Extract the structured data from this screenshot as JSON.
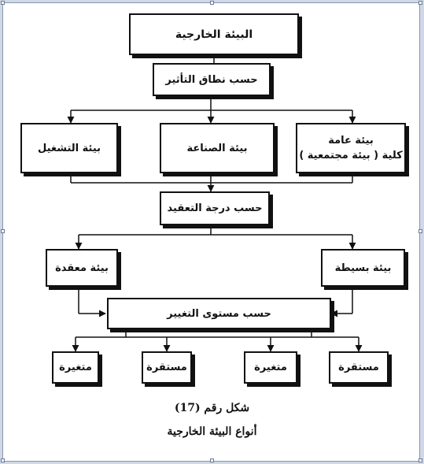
{
  "diagram": {
    "nodes": {
      "external_environment": "البيئة الخارجية",
      "by_scope": "حسب نطاق التأثير",
      "general_environment": "بيئة عامة",
      "general_environment_sub": "كلية ( بيئة مجتمعية )",
      "industry_environment": "بيئة الصناعة",
      "operating_environment": "بيئة التشغيل",
      "by_complexity": "حسب درجة التعقيد",
      "simple_environment": "بيئة بسيطة",
      "complex_environment": "بيئة معقدة",
      "by_change": "حسب مستوى التغيير",
      "stable_1": "مستقرة",
      "variable_1": "متغيرة",
      "stable_2": "مستقرة",
      "variable_2": "متغيرة"
    }
  },
  "caption": {
    "figure_number": "شكل رقم (17)",
    "title": "أنواع البيئة الخارجية"
  },
  "colors": {
    "line": "#111111",
    "background": "#ffffff",
    "frame": "#cfd8e6"
  }
}
